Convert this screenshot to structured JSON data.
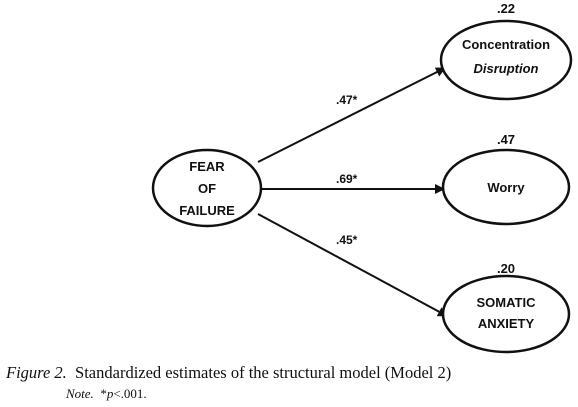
{
  "nodes": {
    "fear": {
      "lines": [
        "FEAR",
        "OF",
        "FAILURE"
      ]
    },
    "concentration": {
      "lines": [
        "Concentration",
        "Disruption"
      ],
      "r2": ".22"
    },
    "worry": {
      "label": "Worry",
      "r2": ".47"
    },
    "somatic": {
      "lines": [
        "SOMATIC",
        "ANXIETY"
      ],
      "r2": ".20"
    }
  },
  "paths": {
    "to_concentration": ".47*",
    "to_worry": ".69*",
    "to_somatic": ".45*"
  },
  "caption": {
    "figure_label": "Figure 2.",
    "text": "Standardized estimates of the structural model (Model 2)"
  },
  "note": {
    "label": "Note.",
    "star": "*",
    "p": "p",
    "rest": "<.001."
  }
}
